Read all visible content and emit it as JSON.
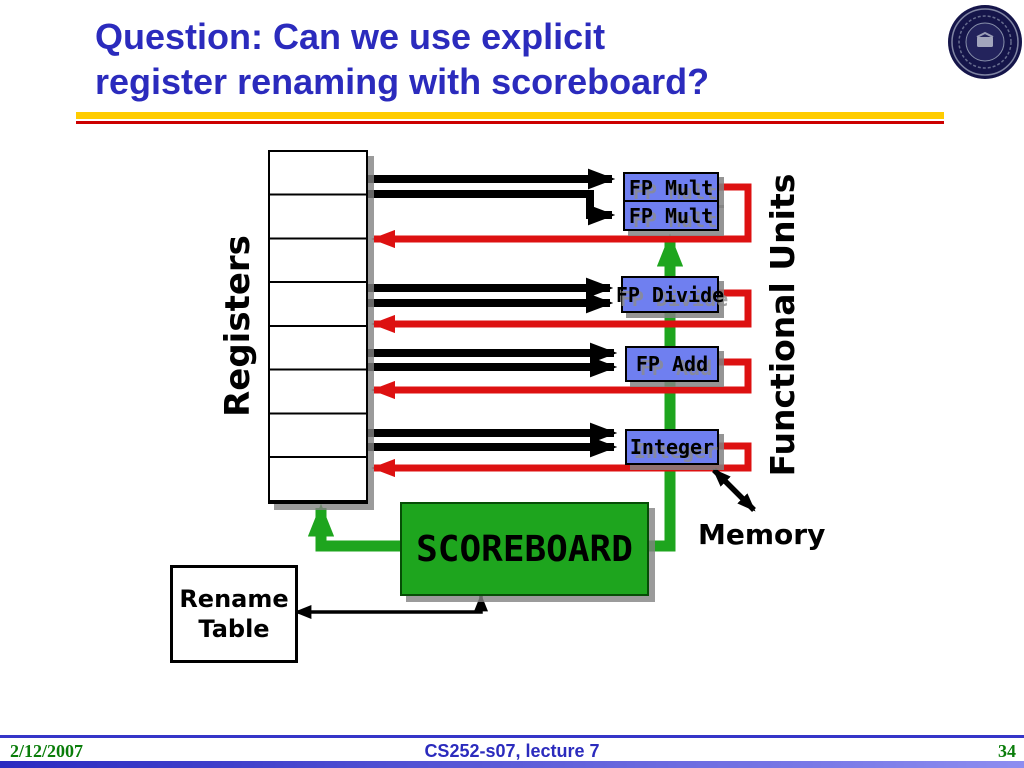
{
  "title": {
    "line1": "Question: Can we use explicit",
    "line2": "register renaming with scoreboard?"
  },
  "diagram": {
    "registers_label": "Registers",
    "functional_units_label": "Functional Units",
    "fu_boxes": [
      {
        "label": "FP Mult"
      },
      {
        "label": "FP Mult"
      },
      {
        "label": "FP Divide"
      },
      {
        "label": "FP Add"
      },
      {
        "label": "Integer"
      }
    ],
    "scoreboard_label": "SCOREBOARD",
    "rename_table": {
      "line1": "Rename",
      "line2": "Table"
    },
    "memory_label": "Memory"
  },
  "footer": {
    "date": "2/12/2007",
    "course": "CS252-s07, lecture 7",
    "page_number": "34"
  },
  "colors": {
    "title_blue": "#2b2bbd",
    "underline_gold": "#ffcc00",
    "underline_red": "#cc0000",
    "fu_box_blue": "#6f7ff0",
    "scoreboard_green": "#1ea51e",
    "arrow_black": "#000000",
    "arrow_red": "#dd1111",
    "arrow_green": "#1ea51e",
    "footer_green": "#0a7d0a",
    "footer_blue": "#2b2bbd"
  }
}
